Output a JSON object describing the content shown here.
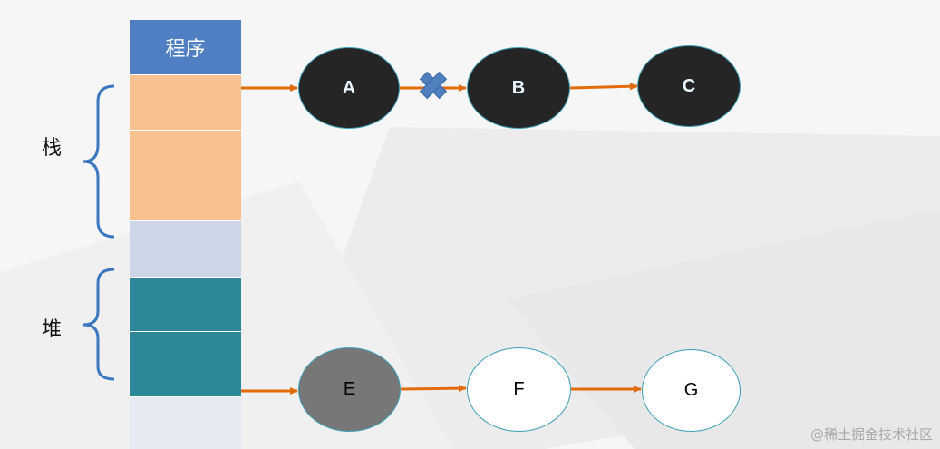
{
  "program_label": "程序",
  "stack_label": "栈",
  "heap_label": "堆",
  "nodes": {
    "A": "A",
    "B": "B",
    "C": "C",
    "E": "E",
    "F": "F",
    "G": "G"
  },
  "watermark": "@稀土掘金技术社区",
  "colors": {
    "program": "#4f7fc2",
    "stack": "#f9c190",
    "free": "#ccd6e6",
    "heap": "#2e8699",
    "bottom": "#e6eaf2",
    "arrow": "#e36c0a",
    "brace": "#3c78c0",
    "cross": "#4f80bd",
    "node_dark": "#252525",
    "node_gray": "#777777",
    "node_white": "#ffffff",
    "node_border": "#3aa0b8"
  }
}
